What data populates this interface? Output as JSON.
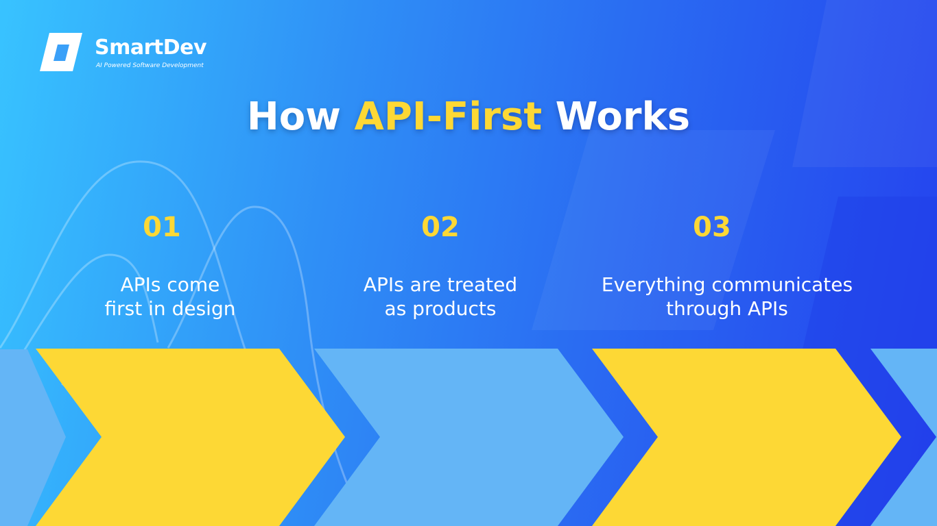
{
  "brand": {
    "name": "SmartDev",
    "tagline": "AI Powered Software Development"
  },
  "title": {
    "prefix": "How ",
    "highlight": "API-First",
    "suffix": " Works"
  },
  "steps": [
    {
      "number": "01",
      "line1": "APIs come",
      "line2": "first in design"
    },
    {
      "number": "02",
      "line1": "APIs are treated",
      "line2": "as products"
    },
    {
      "number": "03",
      "line1": "Everything communicates",
      "line2": "through APIs"
    }
  ],
  "colors": {
    "accent_yellow": "#fdd835",
    "light_blue_arrow": "#64b5f6",
    "background_start": "#38c3ff",
    "background_end": "#2440ee"
  }
}
